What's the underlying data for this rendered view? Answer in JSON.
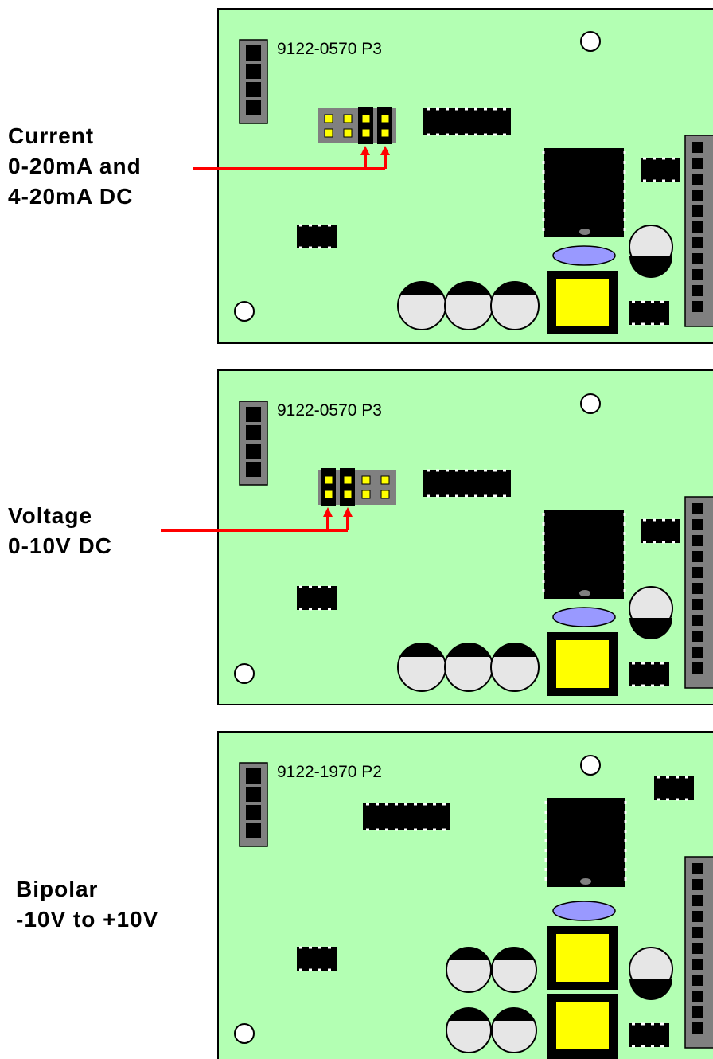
{
  "boards": [
    {
      "part_number": "9122-0570 P3",
      "label_lines": [
        "Current",
        "0-20mA and",
        "4-20mA DC"
      ],
      "jumper_selected": "right"
    },
    {
      "part_number": "9122-0570 P3",
      "label_lines": [
        "Voltage",
        "0-10V DC"
      ],
      "jumper_selected": "left"
    },
    {
      "part_number": "9122-1970 P2",
      "label_lines": [
        "Bipolar",
        "-10V to +10V"
      ],
      "jumper_selected": "none"
    }
  ],
  "colors": {
    "board": "#b3ffb3",
    "arrow": "#ff0000",
    "pad": "#ffff00",
    "connector": "#808080",
    "led": "#9999ff"
  }
}
